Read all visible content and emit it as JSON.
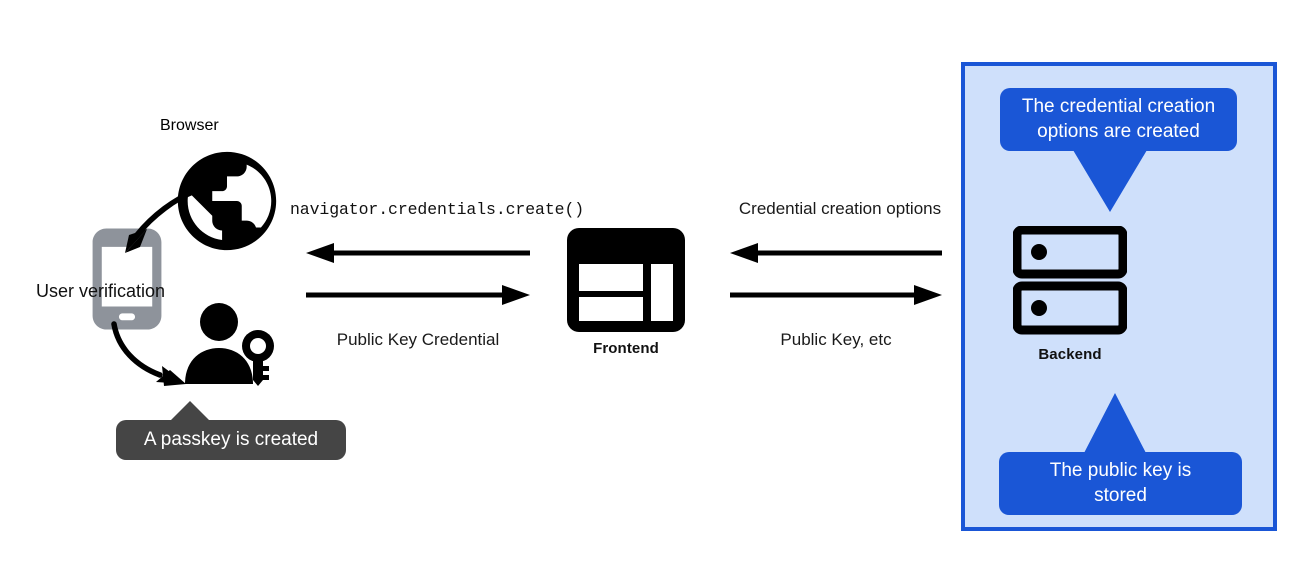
{
  "diagram": {
    "title": "WebAuthn passkey registration flow",
    "colors": {
      "panel_fill": "#cfe0fb",
      "panel_border": "#1a56d6",
      "tooltip_blue": "#1a56d6",
      "tooltip_dark": "#454545",
      "icon_black": "#000000",
      "phone_gray": "#8e939b"
    }
  },
  "nodes": {
    "browser": {
      "label": "Browser",
      "icon": "globe-icon"
    },
    "phone": {
      "icon": "smartphone-icon"
    },
    "user": {
      "icon": "person-with-key-icon"
    },
    "frontend": {
      "label": "Frontend",
      "icon": "web-layout-icon"
    },
    "backend": {
      "label": "Backend",
      "icon": "server-stack-icon"
    }
  },
  "annotations": {
    "user_verification": "User verification",
    "passkey_created": "A passkey is created",
    "credential_options_created": "The credential creation\noptions are created",
    "credential_options_created_line1": "The credential creation",
    "credential_options_created_line2": "options are created",
    "public_key_stored_line1": "The public key is",
    "public_key_stored_line2": "stored"
  },
  "flows": {
    "browser_frontend": {
      "top_label": "navigator.credentials.create()",
      "top_direction": "left",
      "bottom_label": "Public Key Credential",
      "bottom_direction": "right"
    },
    "frontend_backend": {
      "top_label": "Credential creation options",
      "top_direction": "left",
      "bottom_label": "Public Key, etc",
      "bottom_direction": "right"
    }
  }
}
